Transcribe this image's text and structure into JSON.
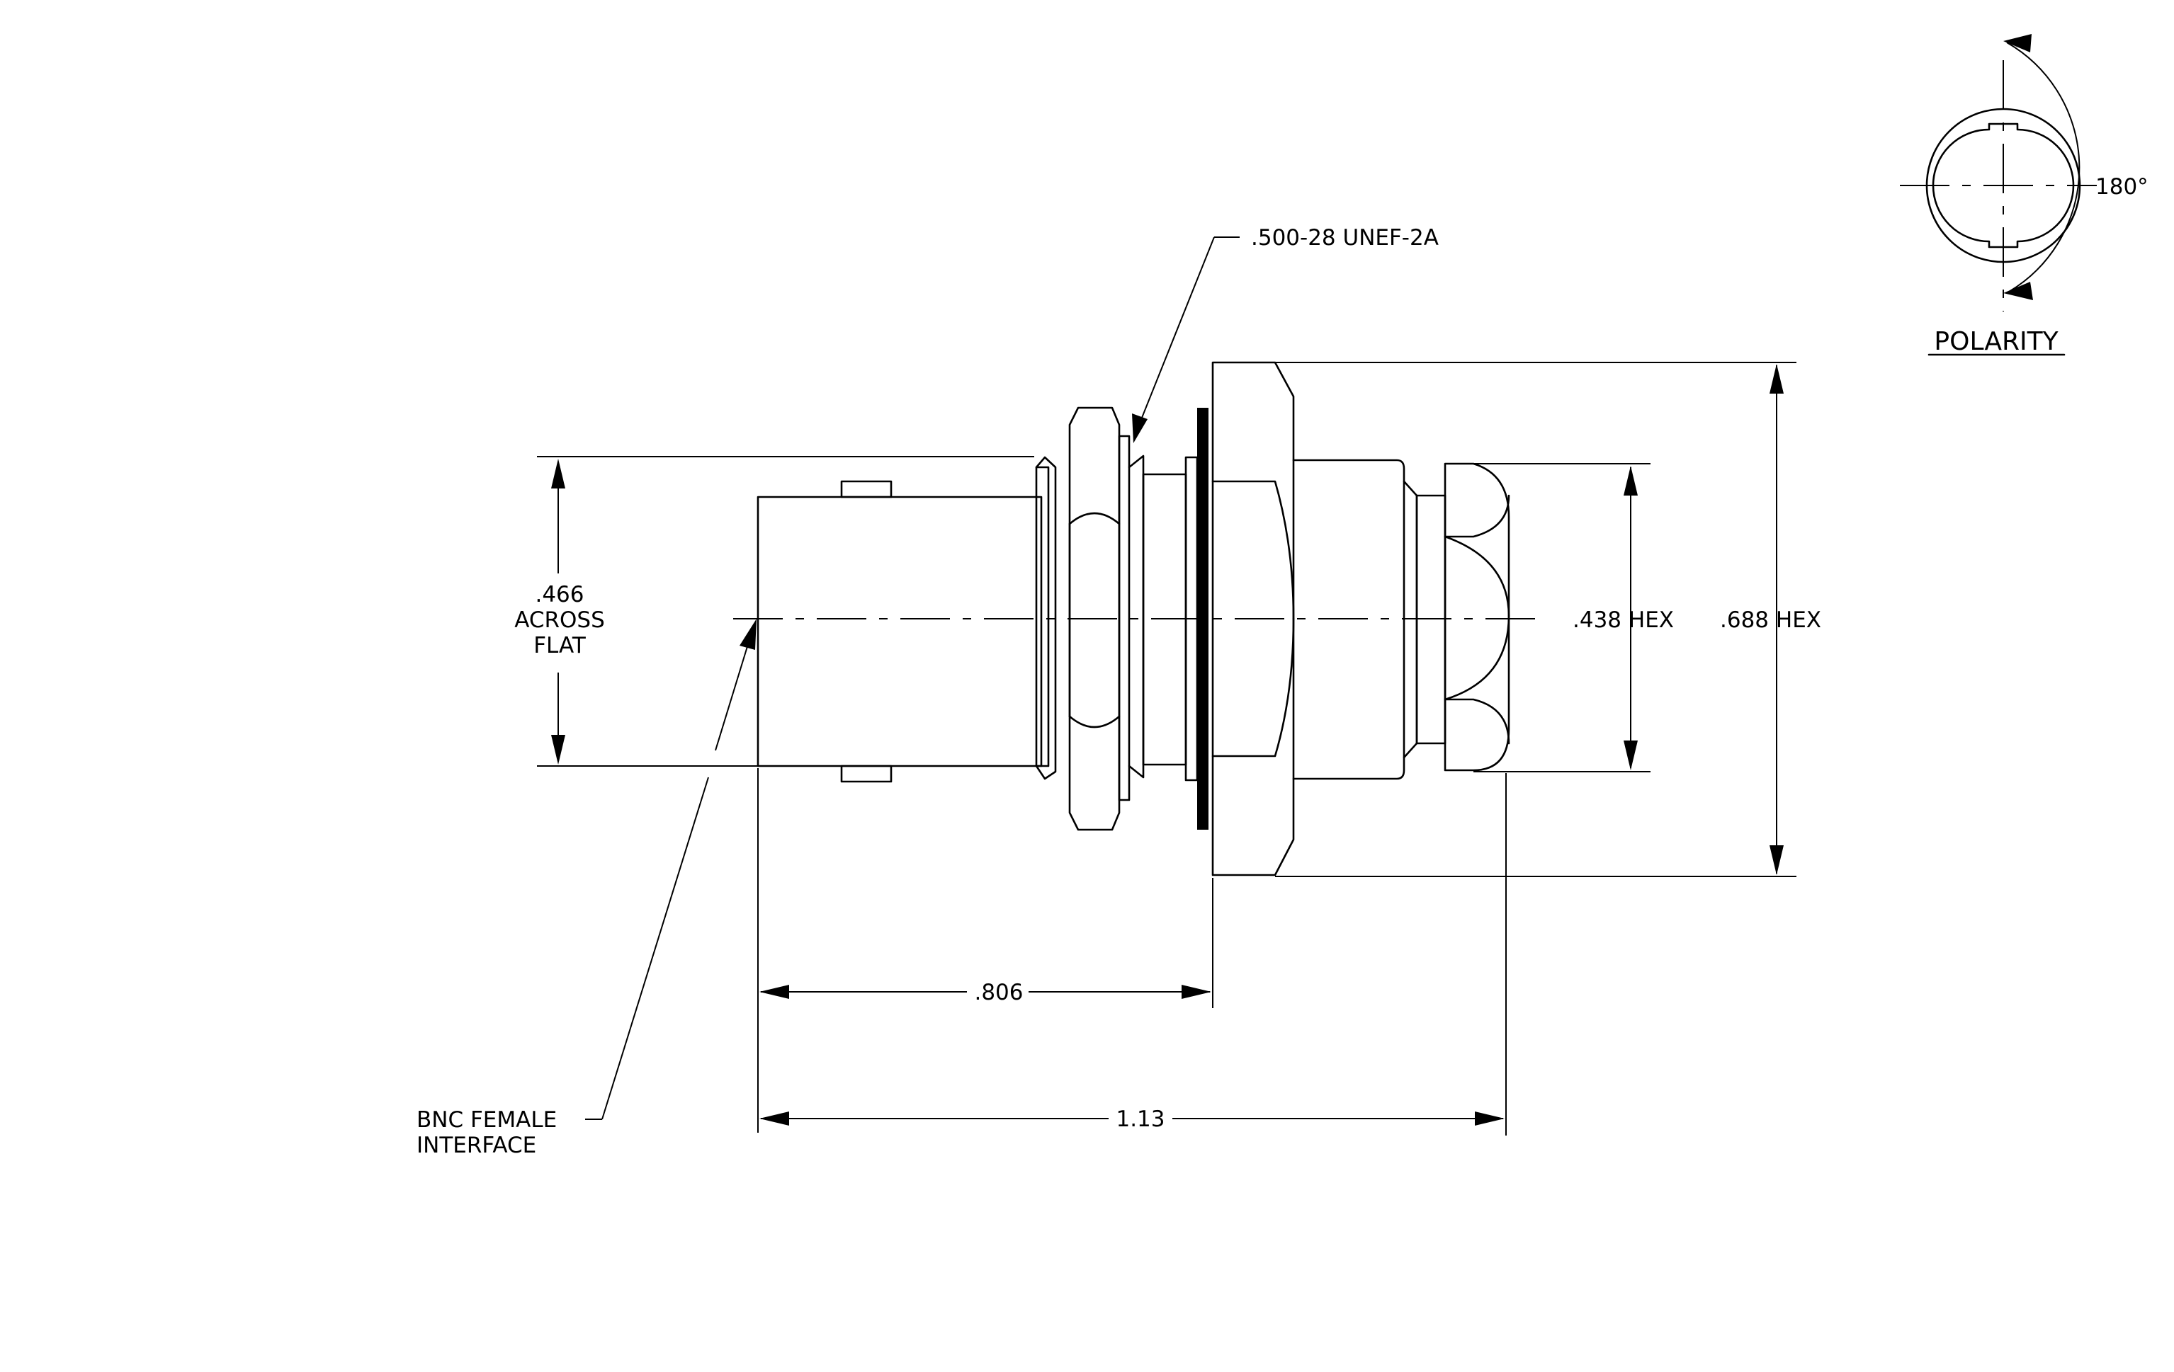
{
  "labels": {
    "thread": ".500-28 UNEF-2A",
    "across_flat_value": ".466",
    "across_flat_line1": "ACROSS",
    "across_flat_line2": "FLAT",
    "hex_small": ".438 HEX",
    "hex_large": ".688 HEX",
    "length_short": ".806",
    "length_total": "1.13",
    "interface_line1": "BNC FEMALE",
    "interface_line2": "INTERFACE",
    "polarity_angle": "180°",
    "polarity_title": "POLARITY"
  }
}
